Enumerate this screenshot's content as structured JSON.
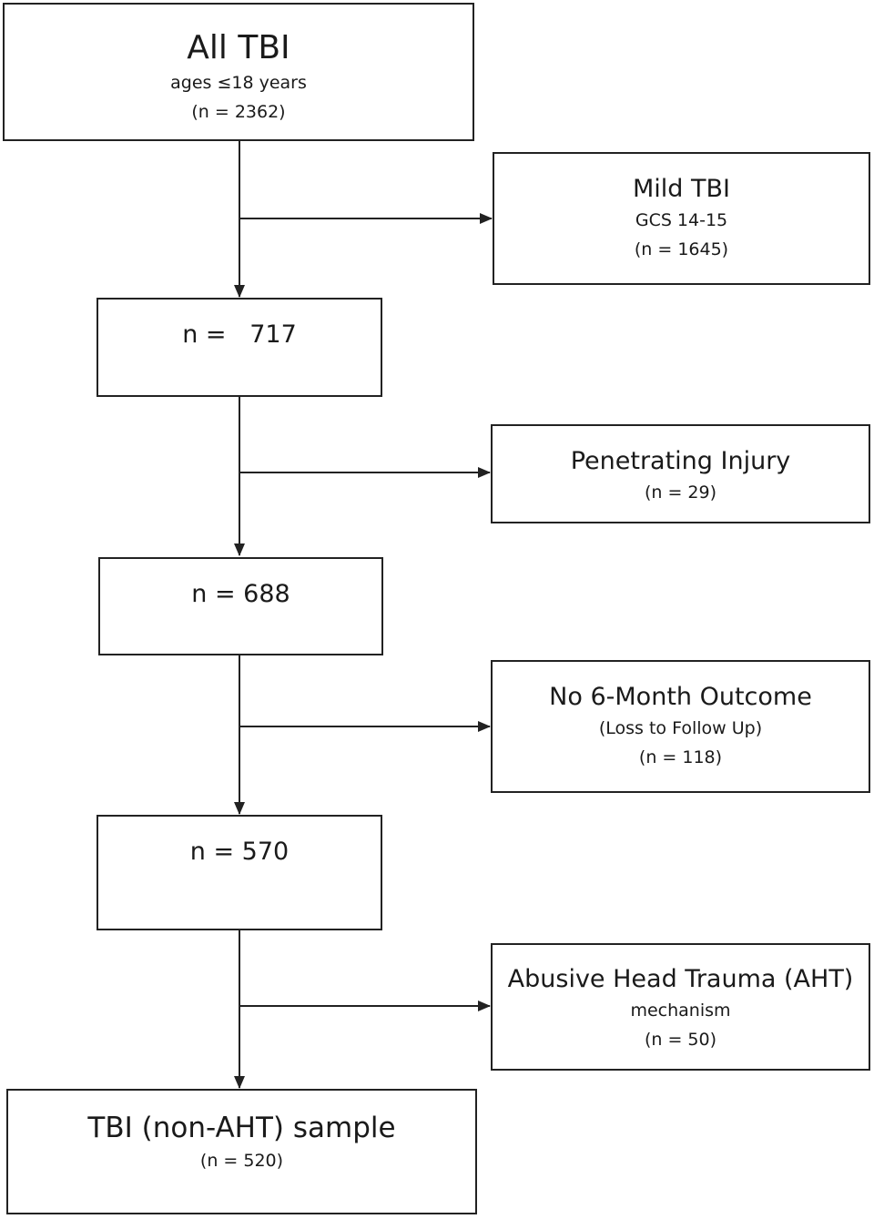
{
  "flow": {
    "all_tbi": {
      "title": "All TBI",
      "ages_prefix": "ages ",
      "ages_op": "≤",
      "ages_rest": "18 years",
      "count": "(n = 2362)"
    },
    "mild_tbi": {
      "title": "Mild TBI",
      "criterion": "GCS 14-15",
      "count": "(n = 1645)"
    },
    "after_mild": {
      "count": "n =   717"
    },
    "penetrating": {
      "title": "Penetrating Injury",
      "count": "(n = 29)"
    },
    "after_penetrating": {
      "count": "n = 688"
    },
    "no_outcome": {
      "title": "No 6-Month Outcome",
      "reason": "(Loss to Follow Up)",
      "count": "(n = 118)"
    },
    "after_outcome": {
      "count": "n = 570"
    },
    "aht": {
      "title": "Abusive Head Trauma (AHT)",
      "detail": "mechanism",
      "count": "(n = 50)"
    },
    "final_sample": {
      "title": "TBI (non-AHT) sample",
      "count": "(n = 520)"
    }
  },
  "colors": {
    "stroke": "#222222",
    "background": "#ffffff",
    "text": "#1a1a1a"
  }
}
